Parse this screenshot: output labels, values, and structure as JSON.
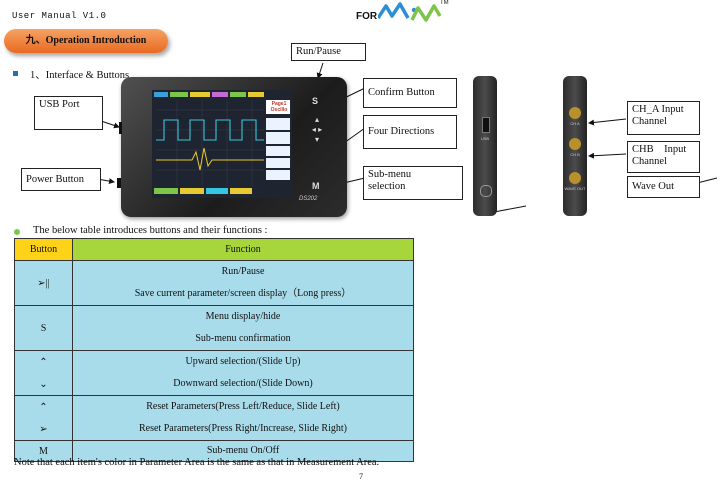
{
  "header": {
    "left": "User Manual V1.0",
    "for": "FOR",
    "tm": "TM"
  },
  "section_title": "九、Operation Introduction",
  "subheading": "1、Interface & Buttons",
  "callouts": {
    "run_pause": "Run/Pause",
    "usb_port": "USB Port",
    "power_button": "Power Button",
    "confirm_button": "Confirm Button",
    "four_directions": "Four Directions",
    "submenu_selection": [
      "Sub-menu",
      "selection"
    ],
    "ch_a": [
      "CH_A Input",
      "Channel"
    ],
    "chb": [
      "CHB    Input",
      "Channel"
    ],
    "wave_out": "Wave Out"
  },
  "device": {
    "model": "DS202",
    "key_s": "S",
    "key_m": "M",
    "page_label": [
      "Page1",
      "Oscillo"
    ],
    "usb": "USB",
    "cha": "CH A",
    "chb": "CH B",
    "wave": "WAVE OUT"
  },
  "table_intro": "The below table introduces buttons and their functions :",
  "table": {
    "headers": [
      "Button",
      "Function"
    ],
    "rows": [
      {
        "button": "➢||",
        "functions": [
          "Run/Pause",
          "Save current parameter/screen display（Long press）"
        ]
      },
      {
        "button": "S",
        "functions": [
          "Menu display/hide",
          "Sub-menu confirmation"
        ]
      },
      {
        "button": "⌃",
        "functions": [
          "Upward selection/(Slide Up)"
        ]
      },
      {
        "button": "⌄",
        "functions": [
          "Downward selection/(Slide Down)"
        ]
      },
      {
        "button": "⌃",
        "functions": [
          "Reset Parameters(Press Left/Reduce, Slide Left)"
        ]
      },
      {
        "button": "➢",
        "functions": [
          "Reset Parameters(Press Right/Increase, Slide Right)"
        ]
      },
      {
        "button": "M",
        "functions": [
          "Sub-menu On/Off"
        ]
      }
    ]
  },
  "note": "Note that each item's color in Parameter Area is the same as that in Measurement Area.",
  "page_number": "7"
}
